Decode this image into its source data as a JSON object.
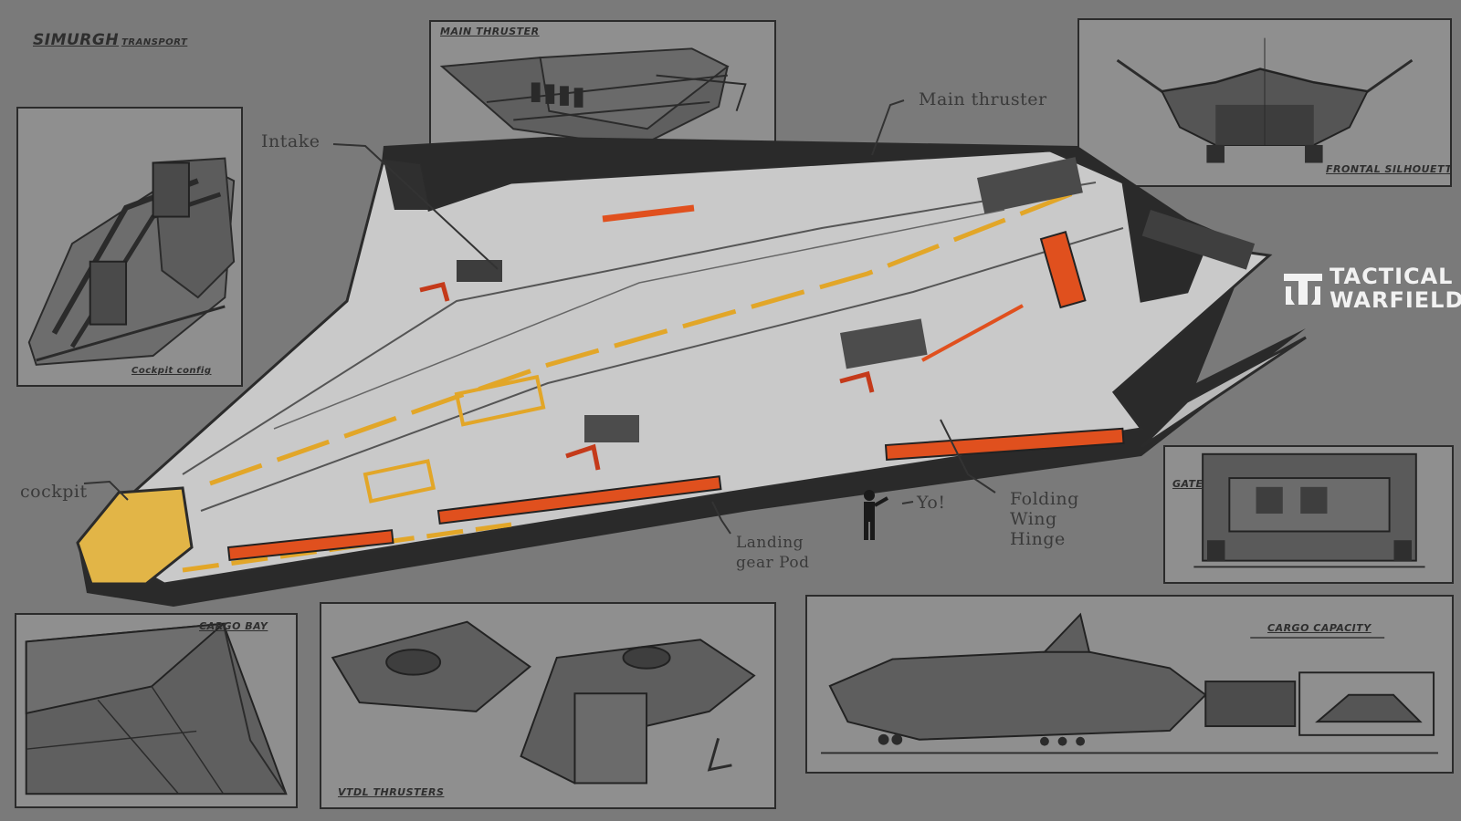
{
  "sheet": {
    "title_main": "SIMURGH",
    "title_sub": "TRANSPORT"
  },
  "panels": {
    "main_thruster": "MAIN THRUSTER",
    "frontal_silhouette": "FRONTAL SILHOUETTE",
    "cockpit_config": "Cockpit config",
    "gate": "GATE",
    "cargo_bay": "CARGO BAY",
    "vtdl_thrusters": "VTDL THRUSTERS",
    "cargo_capacity": "CARGO CAPACITY"
  },
  "annotations": {
    "intake": "Intake",
    "main_thruster": "Main thruster",
    "cockpit": "cockpit",
    "landing_gear_pod": "Landing gear Pod",
    "folding_wing_hinge": "Folding Wing Hinge",
    "yo": "Yo!"
  },
  "brand": {
    "line1": "TACTICAL",
    "line2": "WARFIELD",
    "icon": "tactical-warfield-logo-icon"
  },
  "colors": {
    "background": "#7a7a7a",
    "hull": "#c9c9c9",
    "stripe_orange": "#e0501e",
    "stripe_yellow": "#e2a628",
    "ink": "#2b2b2b"
  }
}
